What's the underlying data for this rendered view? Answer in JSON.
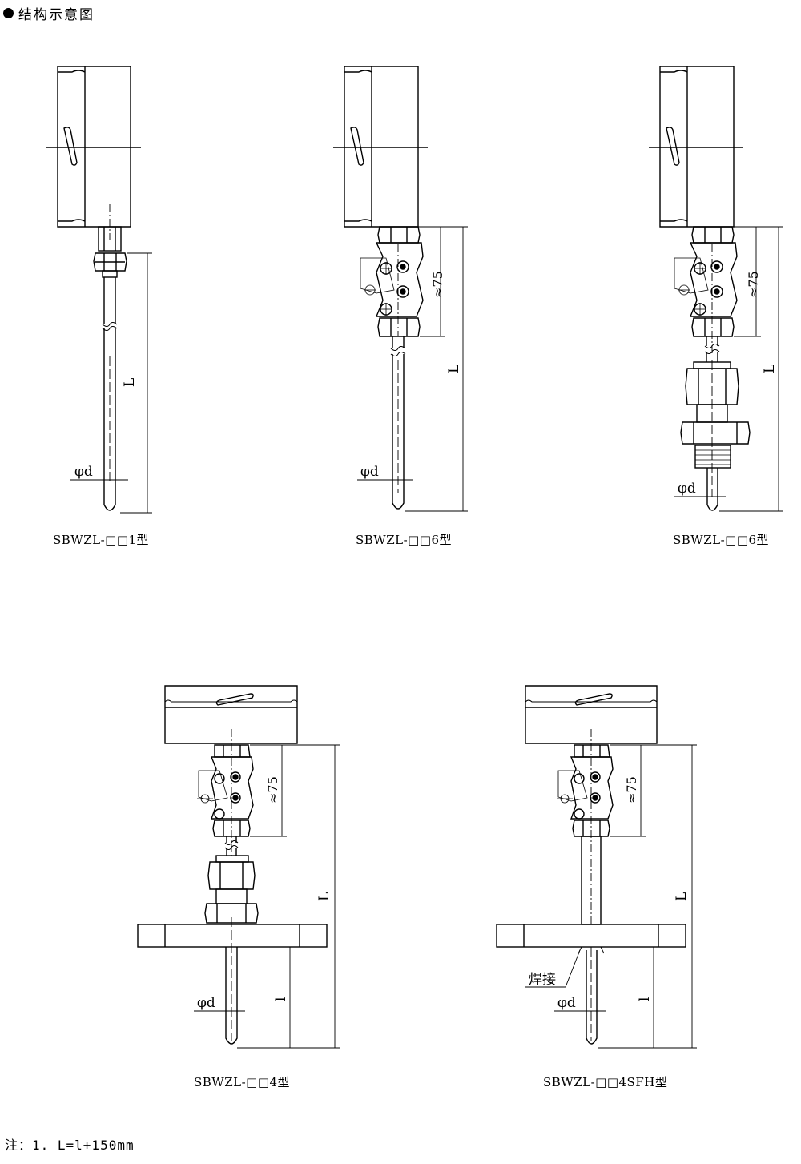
{
  "heading": "结构示意图",
  "models": [
    {
      "caption": "SBWZL-□□1型"
    },
    {
      "caption": "SBWZL-□□6型"
    },
    {
      "caption": "SBWZL-□□6型"
    },
    {
      "caption": "SBWZL-□□4型"
    },
    {
      "caption": "SBWZL-□□4SFH型"
    }
  ],
  "labels": {
    "length_L": "L",
    "length_l": "l",
    "diameter": "φd",
    "approx_75": "≈75",
    "weld": "焊接"
  },
  "note": "注：1. L=l+150mm"
}
